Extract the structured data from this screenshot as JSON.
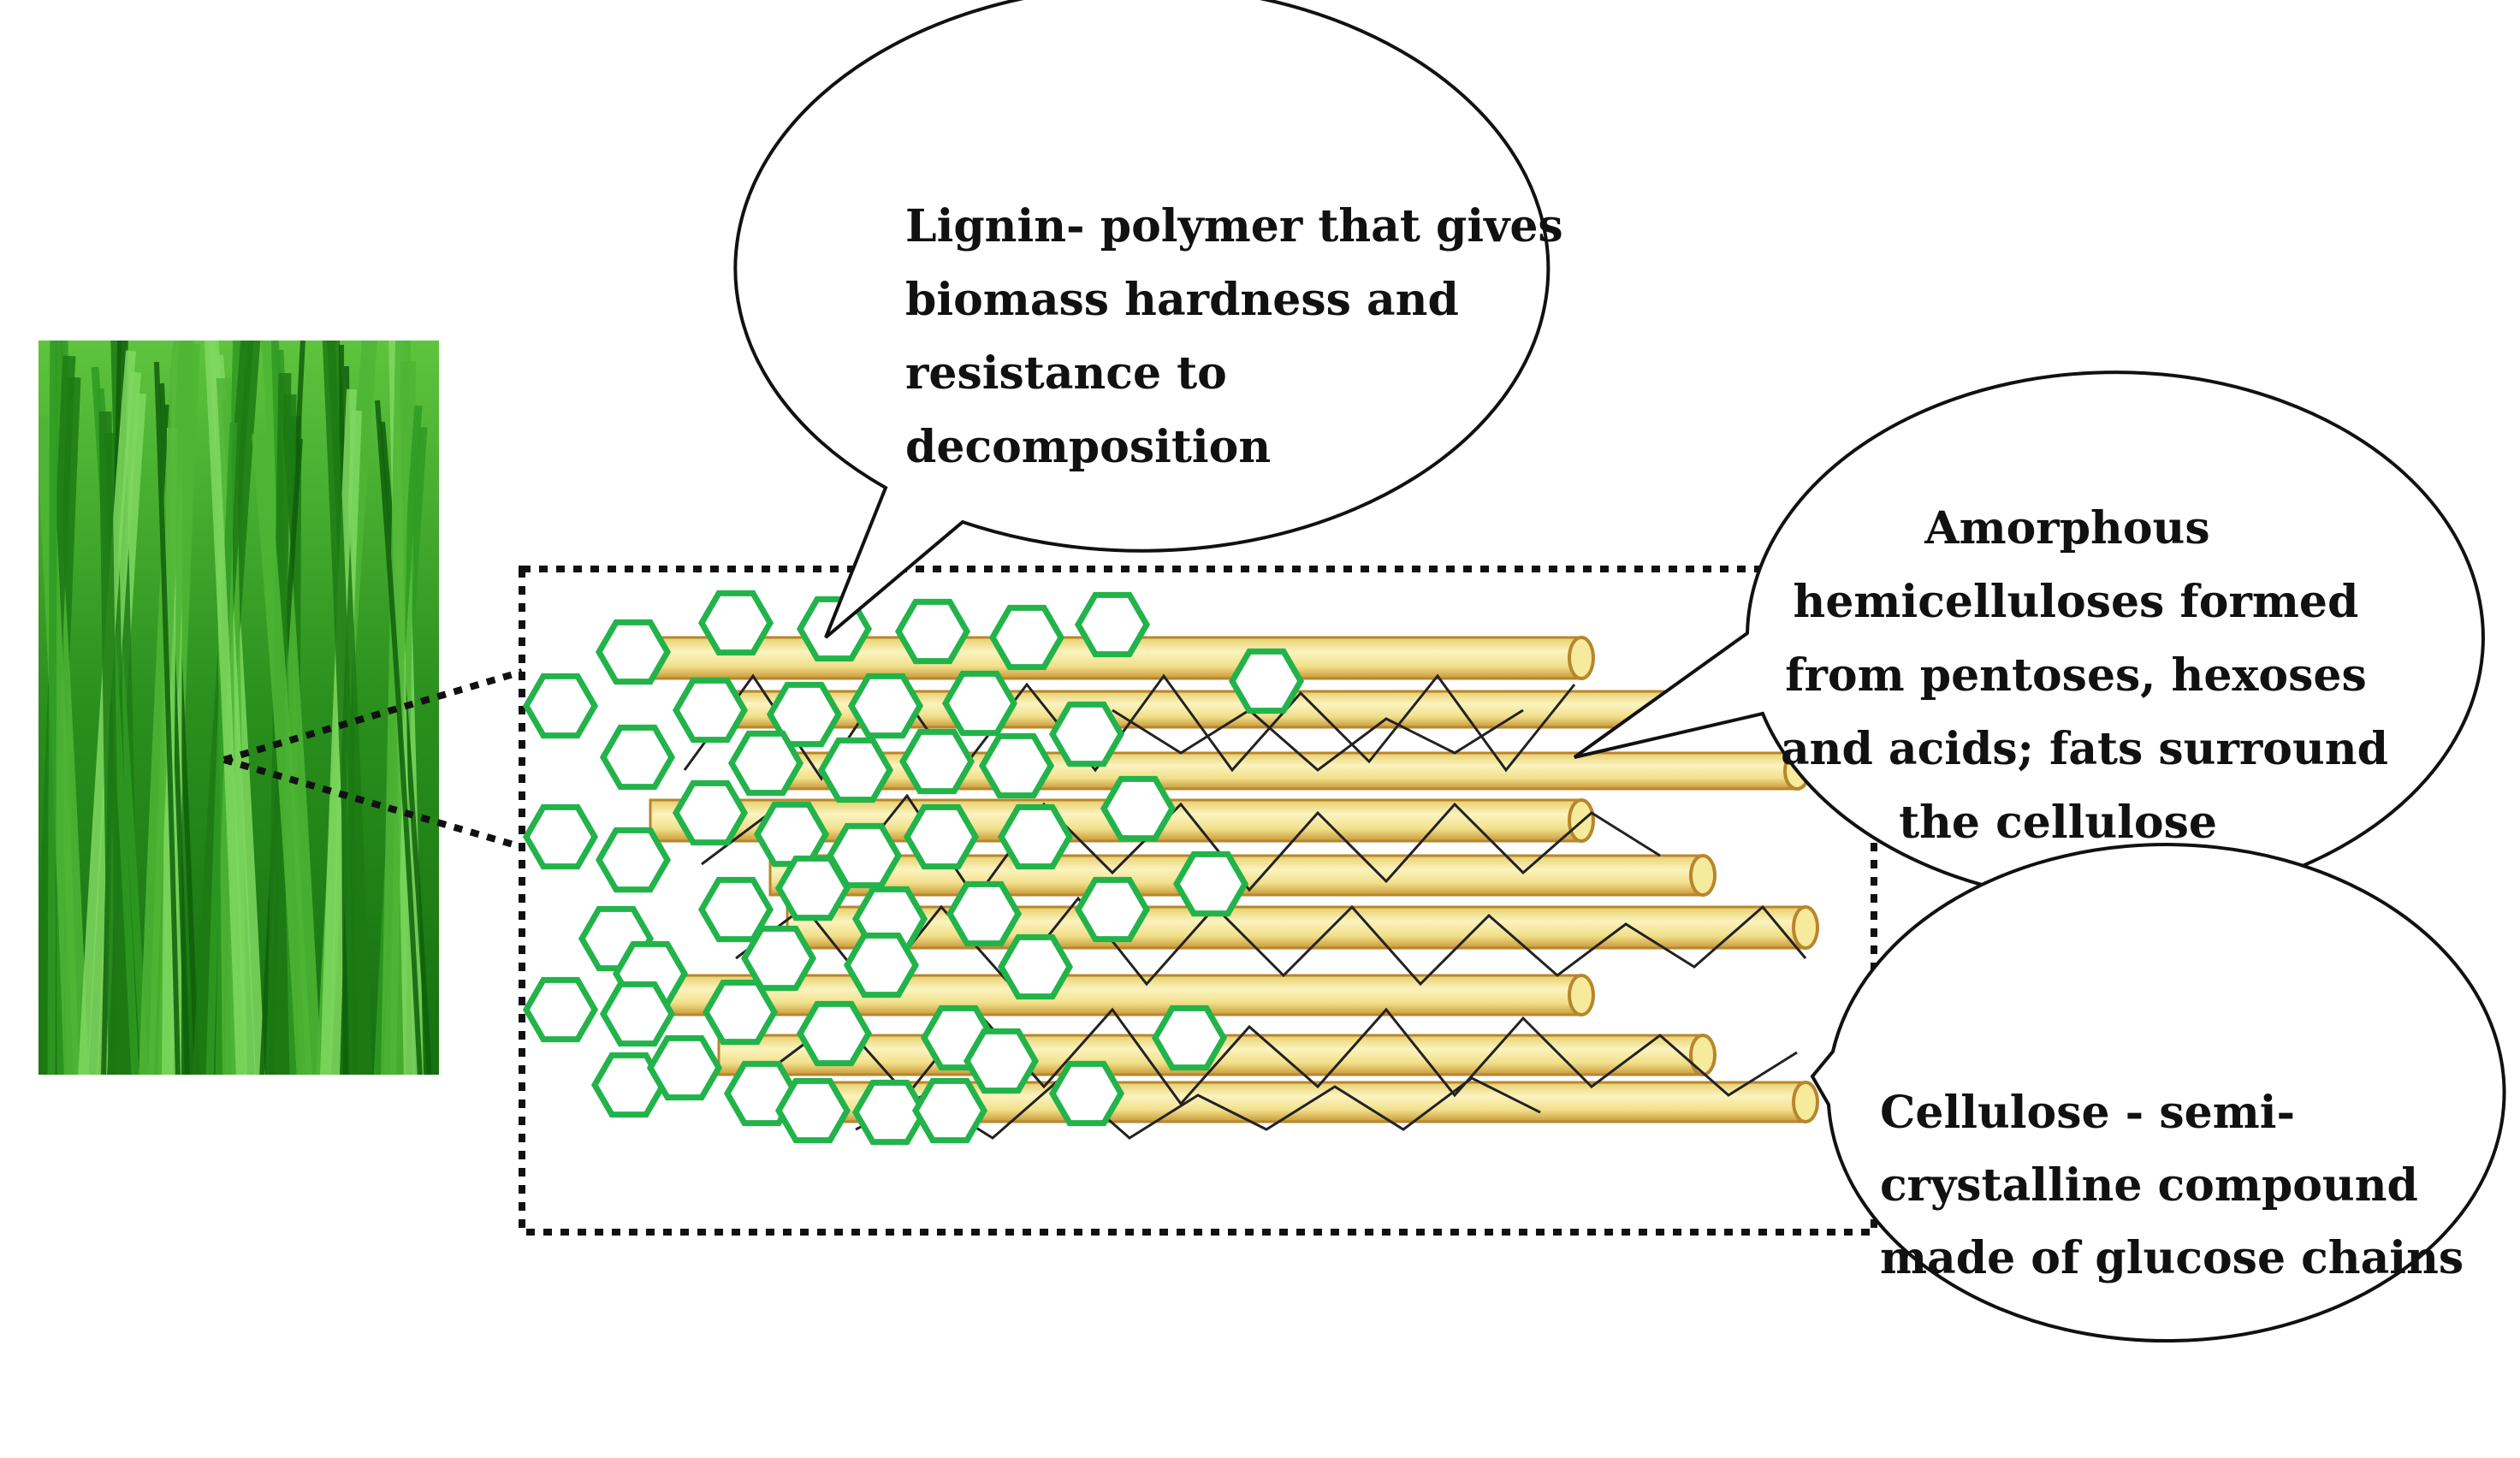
{
  "colors": {
    "background": "#ffffff",
    "grass_dark": "#0f5f0b",
    "grass_mid": "#2f9a22",
    "grass_light": "#7fd860",
    "lignin_hex": "#22b34a",
    "cellulose_fill": "#f6ea9c",
    "cellulose_edge": "#b8862c",
    "hemicellulose_line": "#222222",
    "outline": "#111111"
  },
  "icons": {
    "biomass_photo": "grass-photo",
    "lignin": "hexagon-ring",
    "cellulose": "cylinder-rod",
    "hemicellulose": "zigzag-chain"
  },
  "callouts": {
    "lignin": {
      "lines": [
        "Lignin- polymer that gives",
        "biomass hardness and",
        "resistance to",
        "decomposition"
      ]
    },
    "hemicellulose": {
      "lines": [
        "Amorphous",
        "hemicelluloses formed",
        "from pentoses, hexoses",
        "and acids; fats surround",
        "the cellulose"
      ]
    },
    "cellulose": {
      "lines": [
        "Cellulose - semi-",
        "crystalline compound",
        "made of glucose chains"
      ]
    }
  }
}
